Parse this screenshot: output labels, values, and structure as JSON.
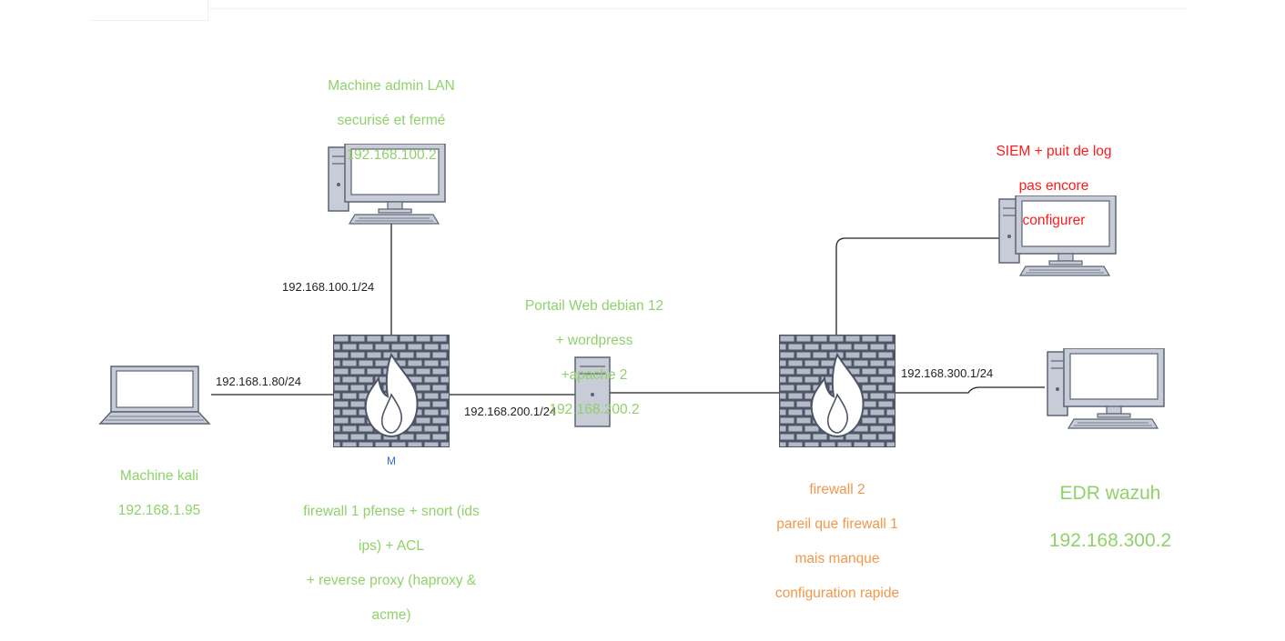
{
  "colors": {
    "green": "#8fd26a",
    "orange": "#f3984a",
    "red": "#ff1a1a",
    "device_fill": "#c8ccd6",
    "device_stroke": "#5b6374",
    "screen": "#ffffff",
    "link": "#222222",
    "fw_brick": "#b4bac7",
    "fw_mortar": "#4e5566",
    "fw_flame": "#ffffff",
    "marker": "#2b6fd6"
  },
  "nodes": {
    "admin_pc": {
      "lines": [
        "Machine admin LAN",
        "securisé et fermé",
        "192.168.100.2"
      ],
      "icon": "desktop-computer-icon"
    },
    "siem_pc": {
      "lines": [
        "SIEM + puit de log",
        "pas encore",
        "configurer"
      ],
      "icon": "desktop-computer-icon"
    },
    "kali": {
      "lines": [
        "Machine kali",
        "192.168.1.95"
      ],
      "icon": "laptop-icon"
    },
    "firewall1": {
      "lines": [
        "firewall 1 pfense + snort (ids",
        "ips) + ACL",
        "+ reverse proxy (haproxy &",
        "acme)"
      ],
      "icon": "firewall-icon",
      "marker": "M"
    },
    "web_portal": {
      "lines": [
        "Portail Web debian 12",
        "+ wordpress",
        "+apache 2",
        "192.168.200.2"
      ],
      "icon": "server-tower-icon"
    },
    "firewall2": {
      "lines": [
        "firewall 2",
        "pareil que firewall 1",
        "mais manque",
        "configuration rapide"
      ],
      "icon": "firewall-icon"
    },
    "edr": {
      "lines": [
        "EDR wazuh",
        "192.168.300.2"
      ],
      "icon": "desktop-computer-icon"
    }
  },
  "links": {
    "admin_fw1": "192.168.100.1/24",
    "kali_fw1": "192.168.1.80/24",
    "fw1_web": "192.168.200.1/24",
    "fw2_edr": "192.168.300.1/24"
  }
}
